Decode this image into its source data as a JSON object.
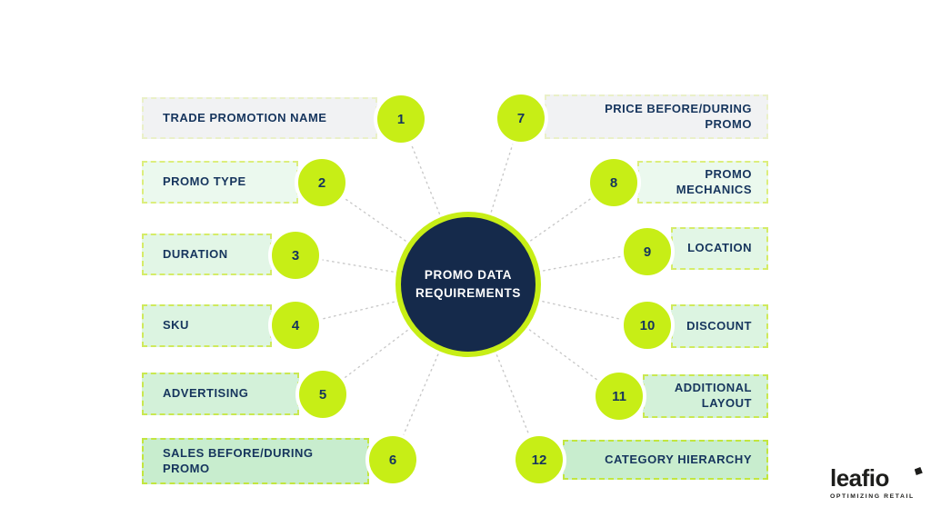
{
  "center": {
    "label_line1": "PROMO DATA",
    "label_line2": "REQUIREMENTS"
  },
  "items": [
    {
      "number": "1",
      "label": "TRADE PROMOTION NAME",
      "side": "left",
      "bg": "#f1f2f3",
      "border": "#eaf0c8"
    },
    {
      "number": "2",
      "label": "PROMO TYPE",
      "side": "left",
      "bg": "#ebf9ee",
      "border": "#dcee7d"
    },
    {
      "number": "3",
      "label": "DURATION",
      "side": "left",
      "bg": "#e2f6e6",
      "border": "#d5ec68"
    },
    {
      "number": "4",
      "label": "SKU",
      "side": "left",
      "bg": "#dcf4e1",
      "border": "#cfea5c"
    },
    {
      "number": "5",
      "label": "ADVERTISING",
      "side": "left",
      "bg": "#d3f1d9",
      "border": "#c9e850"
    },
    {
      "number": "6",
      "label": "SALES BEFORE/DURING PROMO",
      "side": "left",
      "bg": "#c8edce",
      "border": "#c2e63f"
    },
    {
      "number": "7",
      "label": "PRICE BEFORE/DURING PROMO",
      "side": "right",
      "bg": "#f1f2f3",
      "border": "#eaf0c8"
    },
    {
      "number": "8",
      "label": "PROMO MECHANICS",
      "side": "right",
      "bg": "#ebf9ee",
      "border": "#dcee7d"
    },
    {
      "number": "9",
      "label": "LOCATION",
      "side": "right",
      "bg": "#e2f6e6",
      "border": "#d5ec68"
    },
    {
      "number": "10",
      "label": "DISCOUNT",
      "side": "right",
      "bg": "#dcf4e1",
      "border": "#cfea5c"
    },
    {
      "number": "11",
      "label": "ADDITIONAL LAYOUT",
      "side": "right",
      "bg": "#d3f1d9",
      "border": "#c9e850"
    },
    {
      "number": "12",
      "label": "CATEGORY HIERARCHY",
      "side": "right",
      "bg": "#c8edce",
      "border": "#c2e63f"
    }
  ],
  "palette": {
    "lime": "#c7ee16",
    "navy": "#152a4b",
    "text": "#16355d",
    "connector": "#c9c9c9",
    "logo": "#1d1d1b"
  },
  "logo": {
    "name": "leafio",
    "tagline": "OPTIMIZING RETAIL"
  }
}
